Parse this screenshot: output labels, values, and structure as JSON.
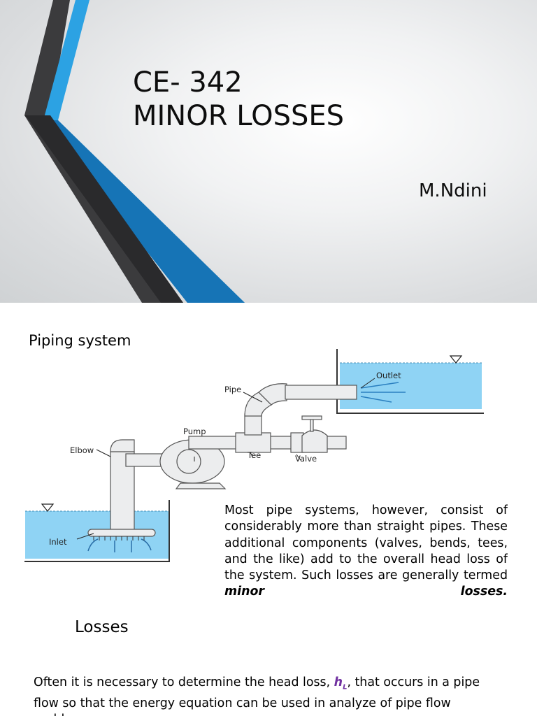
{
  "slide1": {
    "title_line1": "CE- 342",
    "title_line2": "MINOR LOSSES",
    "author": "M.Ndini",
    "colors": {
      "accent_blue": "#1c86c9",
      "dark_band": "#3a3a3c"
    }
  },
  "slide2": {
    "heading": "Piping system",
    "diagram_labels": {
      "pipe": "Pipe",
      "outlet": "Outlet",
      "pump": "Pump",
      "elbow": "Elbow",
      "tee": "Tee",
      "valve": "Valve",
      "inlet": "Inlet"
    },
    "paragraph": {
      "text": "Most pipe systems, however, consist of considerably more than straight pipes. These additional components (valves, bends, tees, and the like) add to the overall head loss of the system. Such losses are generally termed ",
      "emphasis": "minor losses."
    },
    "subheading": "Losses",
    "paragraph2": {
      "before": "Often it is necessary to determine the head loss, ",
      "symbol": "h",
      "symbol_sub": "L",
      "after": ", that occurs in a pipe flow so that the energy equation can be used in analyze of pipe flow problems."
    },
    "colors": {
      "water": "#8fd3f4",
      "symbol": "#7030a0"
    }
  }
}
